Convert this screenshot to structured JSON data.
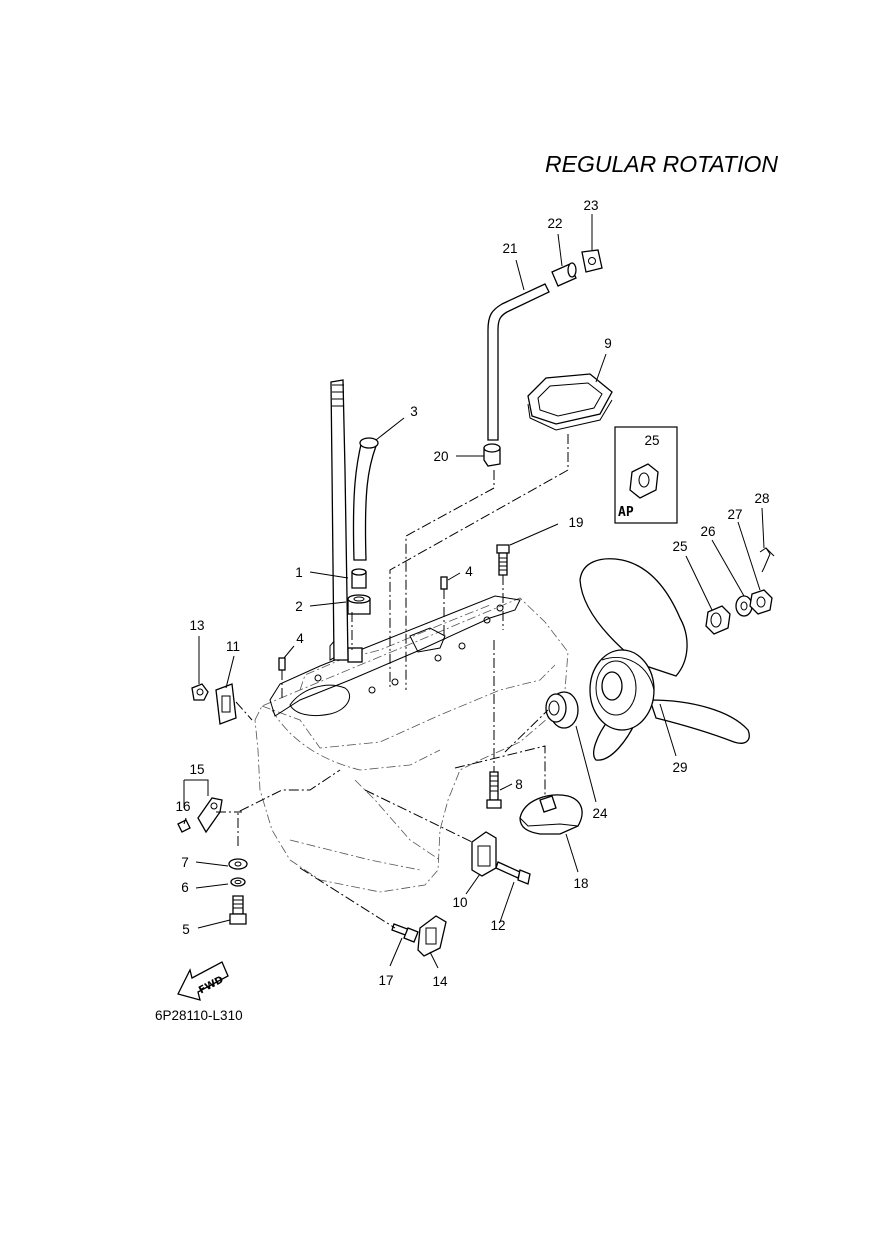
{
  "title": "REGULAR ROTATION",
  "figure_code": "6P28110-L310",
  "inset_label": "AP",
  "fwd_label": "FWD",
  "callouts": [
    {
      "id": "c1",
      "label": "1"
    },
    {
      "id": "c2",
      "label": "2"
    },
    {
      "id": "c3",
      "label": "3"
    },
    {
      "id": "c4a",
      "label": "4"
    },
    {
      "id": "c4b",
      "label": "4"
    },
    {
      "id": "c5",
      "label": "5"
    },
    {
      "id": "c6",
      "label": "6"
    },
    {
      "id": "c7",
      "label": "7"
    },
    {
      "id": "c8",
      "label": "8"
    },
    {
      "id": "c9",
      "label": "9"
    },
    {
      "id": "c10",
      "label": "10"
    },
    {
      "id": "c11",
      "label": "11"
    },
    {
      "id": "c12",
      "label": "12"
    },
    {
      "id": "c13",
      "label": "13"
    },
    {
      "id": "c14",
      "label": "14"
    },
    {
      "id": "c15",
      "label": "15"
    },
    {
      "id": "c16",
      "label": "16"
    },
    {
      "id": "c17",
      "label": "17"
    },
    {
      "id": "c18",
      "label": "18"
    },
    {
      "id": "c19",
      "label": "19"
    },
    {
      "id": "c20",
      "label": "20"
    },
    {
      "id": "c21",
      "label": "21"
    },
    {
      "id": "c22",
      "label": "22"
    },
    {
      "id": "c23",
      "label": "23"
    },
    {
      "id": "c24",
      "label": "24"
    },
    {
      "id": "c25a",
      "label": "25"
    },
    {
      "id": "c25b",
      "label": "25"
    },
    {
      "id": "c26",
      "label": "26"
    },
    {
      "id": "c27",
      "label": "27"
    },
    {
      "id": "c28",
      "label": "28"
    },
    {
      "id": "c29",
      "label": "29"
    }
  ]
}
